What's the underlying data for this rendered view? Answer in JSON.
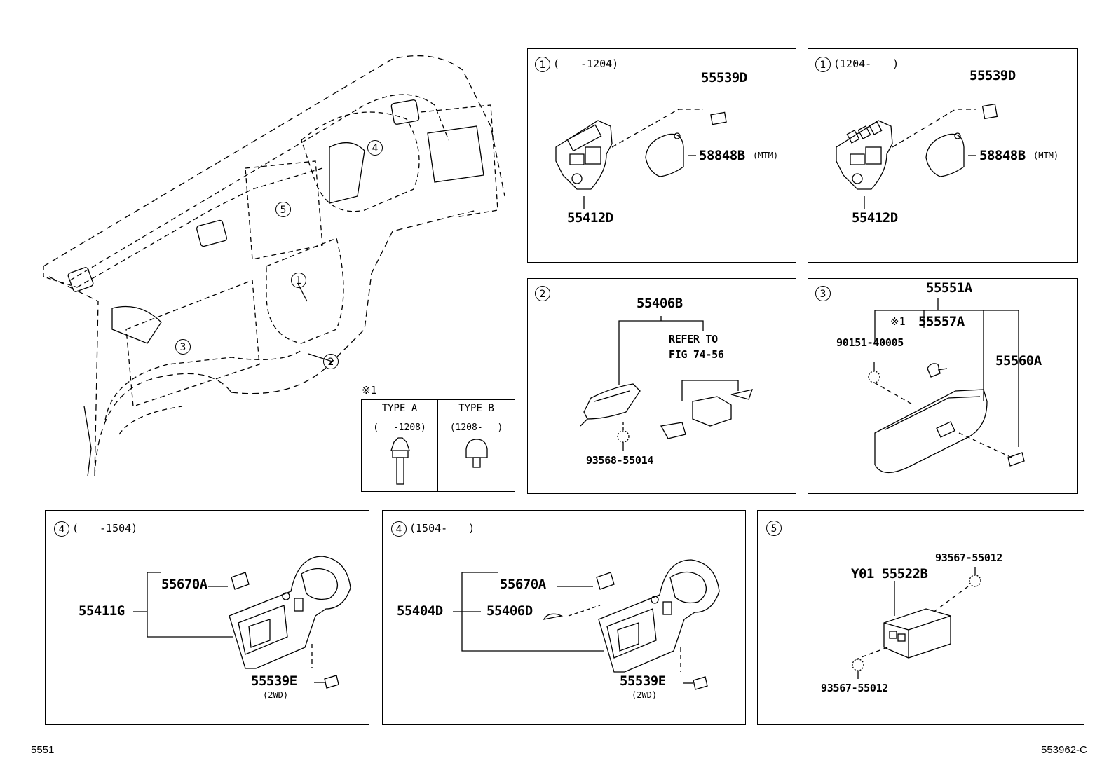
{
  "overview": {
    "callouts": [
      "1",
      "2",
      "3",
      "4",
      "5"
    ]
  },
  "type_table": {
    "note_mark": "※1",
    "col_a": {
      "title": "TYPE A",
      "range": "(　 -1208)"
    },
    "col_b": {
      "title": "TYPE B",
      "range": "(1208-　 )"
    }
  },
  "panel_1a": {
    "index": "1",
    "range": "(　　-1204)",
    "parts": {
      "switch": "55539D",
      "boot": "58848B",
      "boot_note": "(MTM)",
      "panel": "55412D"
    }
  },
  "panel_1b": {
    "index": "1",
    "range": "(1204-　　)",
    "parts": {
      "switch": "55539D",
      "boot": "58848B",
      "boot_note": "(MTM)",
      "panel": "55412D"
    }
  },
  "panel_2": {
    "index": "2",
    "parts": {
      "assy": "55406B",
      "refer": "REFER TO",
      "fig": "FIG 74-56",
      "screw": "93568-55014"
    }
  },
  "panel_3": {
    "index": "3",
    "parts": {
      "box": "55551A",
      "note_mark": "※1",
      "bumper": "55557A",
      "screw": "90151-40005",
      "lock": "55560A"
    }
  },
  "panel_4a": {
    "index": "4",
    "range": "(　　-1504)",
    "parts": {
      "cluster": "55411G",
      "vent": "55670A",
      "switch": "55539E",
      "switch_note": "(2WD)"
    }
  },
  "panel_4b": {
    "index": "4",
    "range": "(1504-　　)",
    "parts": {
      "cluster": "55404D",
      "vent": "55670A",
      "clip": "55406D",
      "switch": "55539E",
      "switch_note": "(2WD)"
    }
  },
  "panel_5": {
    "index": "5",
    "parts": {
      "pocket": "Y01 55522B",
      "screw_top": "93567-55012",
      "screw_bottom": "93567-55012"
    }
  },
  "footer": {
    "left": "5551",
    "right": "553962-C"
  }
}
